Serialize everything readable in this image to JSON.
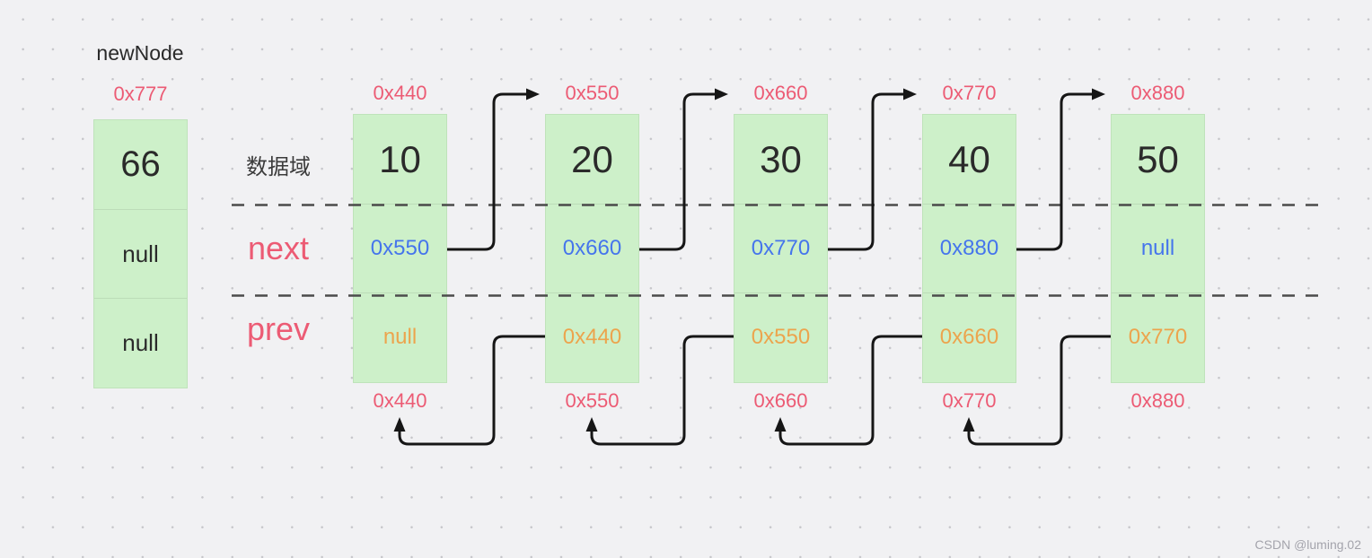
{
  "new_node": {
    "label": "newNode",
    "address": "0x777",
    "value": "66",
    "next": "null",
    "prev": "null"
  },
  "row_labels": {
    "data_field": "数据域",
    "next": "next",
    "prev": "prev"
  },
  "nodes": [
    {
      "top_address": "0x440",
      "value": "10",
      "next": "0x550",
      "prev": "null",
      "bottom_address": "0x440"
    },
    {
      "top_address": "0x550",
      "value": "20",
      "next": "0x660",
      "prev": "0x440",
      "bottom_address": "0x550"
    },
    {
      "top_address": "0x660",
      "value": "30",
      "next": "0x770",
      "prev": "0x550",
      "bottom_address": "0x660"
    },
    {
      "top_address": "0x770",
      "value": "40",
      "next": "0x880",
      "prev": "0x660",
      "bottom_address": "0x770"
    },
    {
      "top_address": "0x880",
      "value": "50",
      "next": "null",
      "prev": "0x770",
      "bottom_address": "0x880"
    }
  ],
  "watermark": "CSDN @luming.02",
  "colors": {
    "bg": "#f1f1f3",
    "dot": "#c6c6ca",
    "node-fill": "#cdf0c9",
    "node-border": "#bfe3ba",
    "cell-divider": "#bcdcb8",
    "address": "#ec5b74",
    "pointer-next": "#4575ec",
    "pointer-prev": "#eca44d",
    "text-dark": "#2a2a2a",
    "dash": "#4b4b4b",
    "arrow": "#161616",
    "watermark": "#a4a4ac"
  }
}
